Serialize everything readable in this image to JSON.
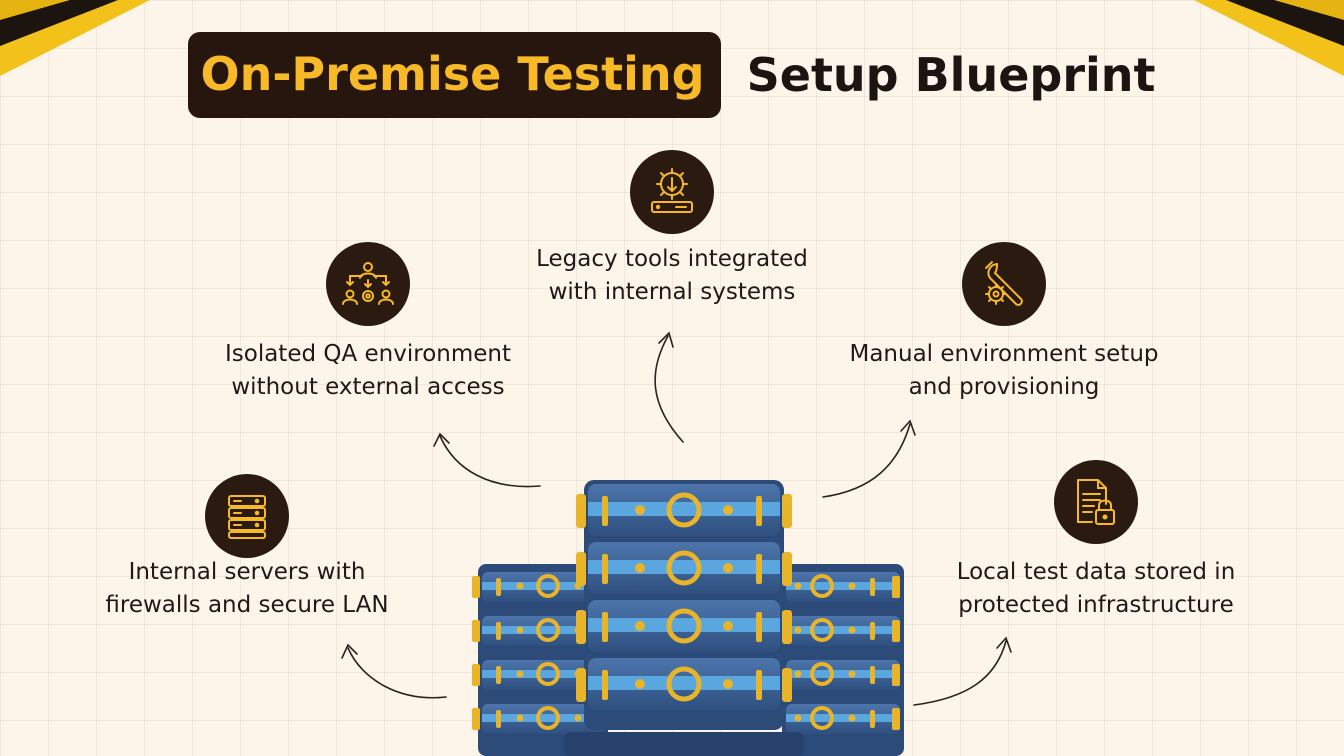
{
  "title": {
    "highlight": "On-Premise Testing",
    "rest": "Setup Blueprint"
  },
  "colors": {
    "accent": "#f7b928",
    "dark": "#26160d",
    "server_blue": "#3f6497",
    "server_light": "#5aa6de",
    "background": "#fdf5ea"
  },
  "items": [
    {
      "icon": "users-network-icon",
      "line1": "Isolated QA environment",
      "line2": "without external access"
    },
    {
      "icon": "gear-download-server-icon",
      "line1": "Legacy tools integrated",
      "line2": "with internal systems"
    },
    {
      "icon": "wrench-gear-icon",
      "line1": "Manual environment setup",
      "line2": "and provisioning"
    },
    {
      "icon": "server-rack-icon",
      "line1": "Internal servers with",
      "line2": "firewalls and secure LAN"
    },
    {
      "icon": "document-lock-icon",
      "line1": "Local test data stored in",
      "line2": "protected infrastructure"
    }
  ]
}
